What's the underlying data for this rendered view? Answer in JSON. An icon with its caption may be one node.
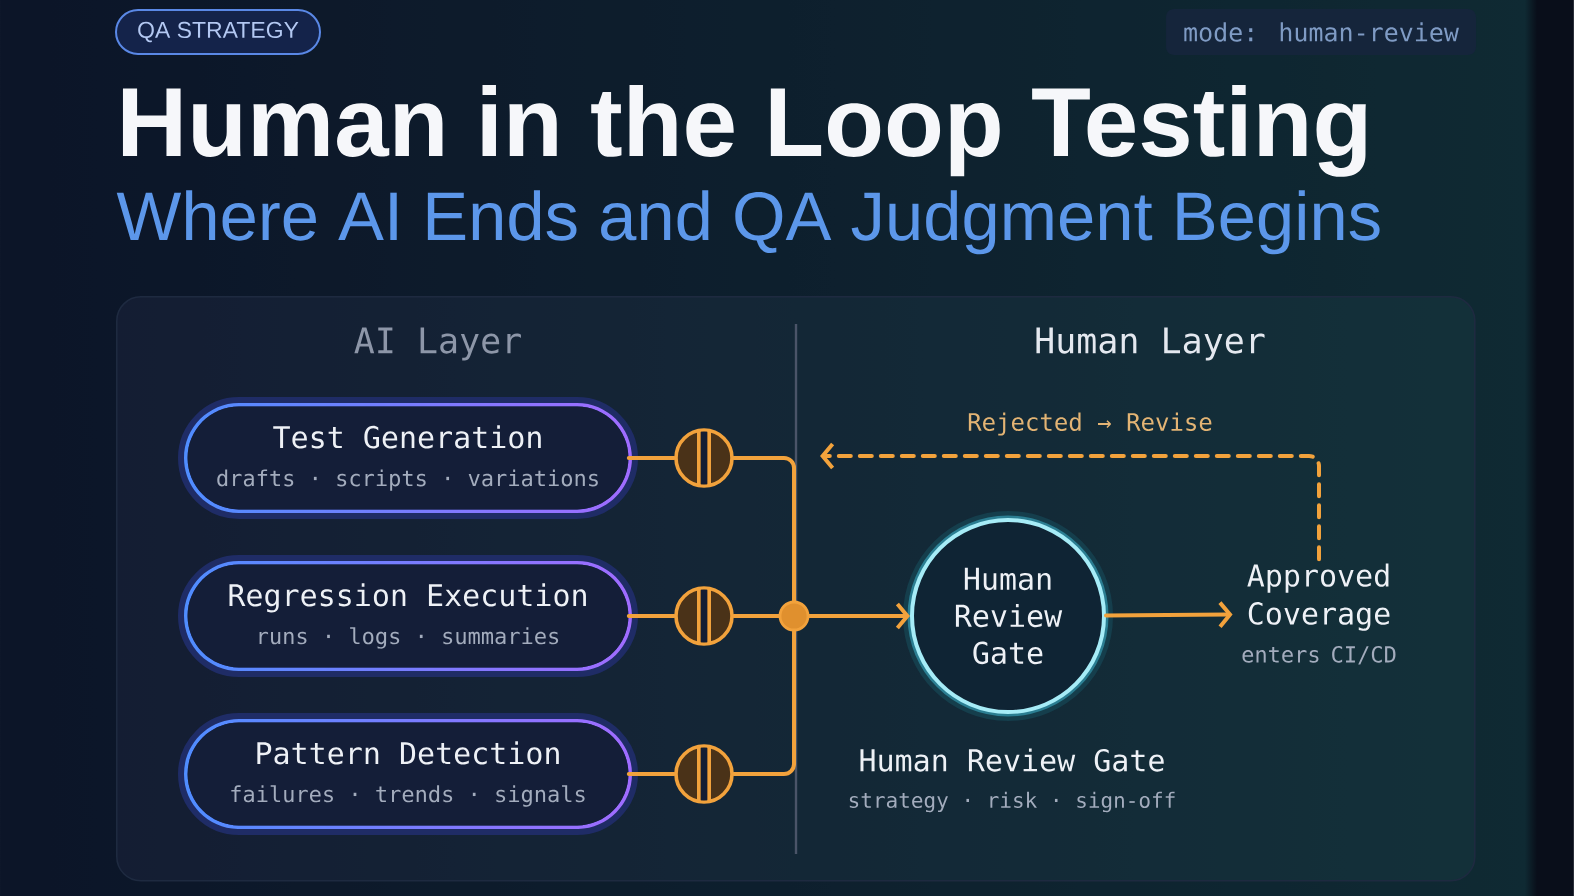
{
  "diagram": {
    "title": "Human in the Loop Testing",
    "nodes": [
      {
        "text": [
          "AI Layer",
          "Human Layer"
        ]
      },
      {
        "text": [
          "Test Generation",
          "drafts · scripts · variations"
        ],
        "in": 0
      },
      {
        "text": [
          "Regression Execution",
          "runs · logs · summaries"
        ],
        "in": 0
      },
      {
        "text": [
          "Pattern Detection",
          "failures · trends · signals"
        ],
        "in": 0
      },
      {
        "text": [],
        "shape": "circle",
        "in": 0
      },
      {
        "text": [],
        "shape": "circle",
        "in": 0
      },
      {
        "text": [],
        "shape": "circle",
        "in": 0
      },
      {
        "text": [],
        "shape": "circle",
        "in": 0
      },
      {
        "text": [
          "Human Review Gate"
        ],
        "beside": [
          "Human Review Gate",
          "strategy · risk · sign-off"
        ],
        "in": 0
      },
      {
        "text": [
          "Approved Coverage",
          "enters CI/CD"
        ],
        "in": 0
      }
    ],
    "edges": [
      {
        "from": 1,
        "to": 4,
        "arrow": "none"
      },
      {
        "from": 2,
        "to": 5,
        "arrow": "none"
      },
      {
        "from": 3,
        "to": 6,
        "arrow": "none"
      },
      {
        "from": 4,
        "to": 7,
        "arrow": "none"
      },
      {
        "from": 5,
        "to": 7,
        "arrow": "none"
      },
      {
        "from": 6,
        "to": 7,
        "arrow": "none"
      },
      {
        "from": 7,
        "to": 8,
        "arrow": "to"
      },
      {
        "from": 8,
        "to": 9,
        "arrow": "to"
      },
      {
        "from": 9,
        "to": null,
        "arrow": "to",
        "label": "Rejected → Revise",
        "style": "dashed"
      }
    ],
    "labels": [
      "QA STRATEGY",
      "mode: human-review",
      "Where AI Ends and QA Judgment Begins"
    ]
  }
}
